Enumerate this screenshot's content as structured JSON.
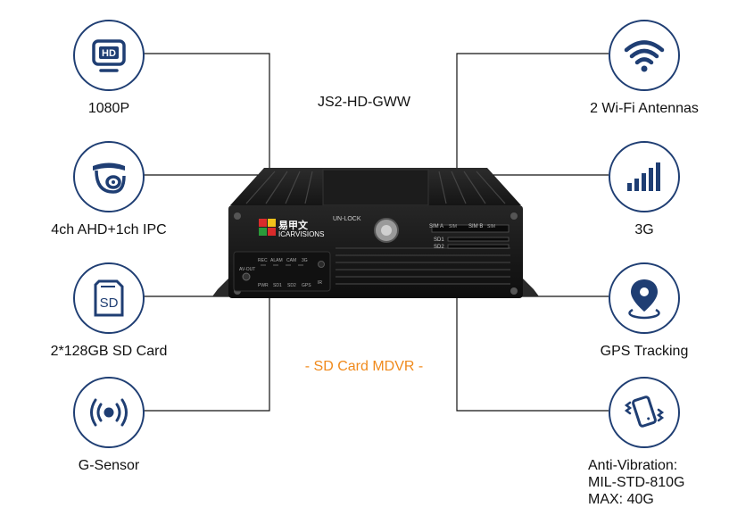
{
  "model": "JS2-HD-GWW",
  "caption": "- SD Card MDVR -",
  "colors": {
    "icon_blue": "#1f3e73",
    "accent_orange": "#f08a1c",
    "device_body": "#1b1b1b"
  },
  "left_features": [
    {
      "label": "1080P",
      "icon": "hd-icon"
    },
    {
      "label": "4ch AHD+1ch IPC",
      "icon": "dome-camera-icon"
    },
    {
      "label": "2*128GB SD Card",
      "icon": "sd-card-icon"
    },
    {
      "label": "G-Sensor",
      "icon": "sensor-icon"
    }
  ],
  "right_features": [
    {
      "label": "2 Wi-Fi Antennas",
      "icon": "wifi-icon"
    },
    {
      "label": "3G",
      "icon": "signal-bars-icon"
    },
    {
      "label": "GPS Tracking",
      "icon": "location-pin-icon"
    },
    {
      "label_lines": [
        "Anti-Vibration:",
        "MIL-STD-810G",
        "MAX: 40G"
      ],
      "icon": "vibration-phone-icon"
    }
  ],
  "device": {
    "brand_cn": "易甲文",
    "brand_en": "ICARVISIONS",
    "unlock": "UN-LOCK",
    "sim_a": "SIM A",
    "sim_b": "SIM B",
    "sd1": "SD1",
    "sd2": "SD2",
    "av_out": "AV-OUT",
    "leds_top": [
      "REC",
      "ALAM",
      "CAM",
      "3G"
    ],
    "leds_bottom": [
      "PWR",
      "SD1",
      "SD2",
      "GPS"
    ],
    "ir": "IR",
    "sim_tag": "SIM"
  }
}
